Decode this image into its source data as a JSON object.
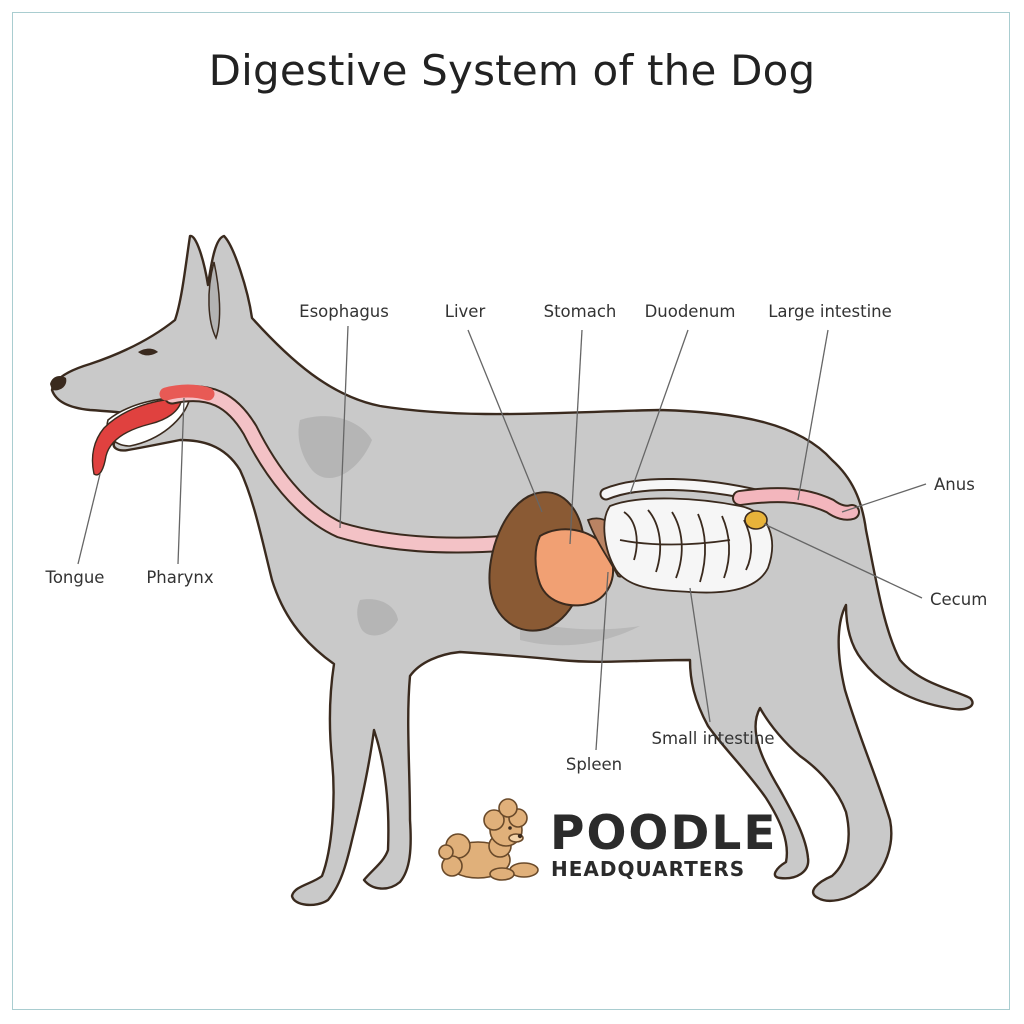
{
  "title": "Digestive System of the Dog",
  "labels": {
    "esophagus": "Esophagus",
    "liver": "Liver",
    "stomach": "Stomach",
    "duodenum": "Duodenum",
    "large_intestine": "Large intestine",
    "anus": "Anus",
    "cecum": "Cecum",
    "small_intestine": "Small intestine",
    "spleen": "Spleen",
    "tongue": "Tongue",
    "pharynx": "Pharynx"
  },
  "brand": {
    "line1": "POODLE",
    "line2": "HEADQUARTERS"
  },
  "colors": {
    "body": "#c9c9c9",
    "outline": "#3a2a1e",
    "esophagus": "#f3c2c6",
    "tongue": "#e0413f",
    "liver": "#8a5a34",
    "stomach": "#f1a073",
    "spleen": "#b98363",
    "intestine": "#f6f6f6",
    "cecum": "#e8b33a",
    "poodle": "#e0b07a"
  }
}
